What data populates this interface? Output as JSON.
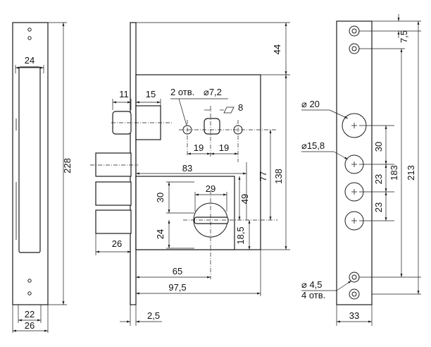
{
  "left": {
    "w24": "24",
    "h228": "228",
    "w22": "22",
    "w26": "26"
  },
  "center": {
    "d11": "11",
    "d15": "15",
    "holes": "2 отв.",
    "dia72": "⌀7,2",
    "sq8": "8",
    "d44": "44",
    "d19a": "19",
    "d19b": "19",
    "d83": "83",
    "d77": "77",
    "d138": "138",
    "d29": "29",
    "d49": "49",
    "d30": "30",
    "d24": "24",
    "d185": "18,5",
    "d26": "26",
    "d65": "65",
    "d975": "97,5",
    "d25": "2,5"
  },
  "right": {
    "d75": "7,5",
    "dia20": "⌀ 20",
    "dia158": "⌀15,8",
    "d30": "30",
    "d23a": "23",
    "d183": "183",
    "d213": "213",
    "d23b": "23",
    "dia45": "⌀ 4,5",
    "holes4": "4 отв.",
    "d33": "33"
  }
}
